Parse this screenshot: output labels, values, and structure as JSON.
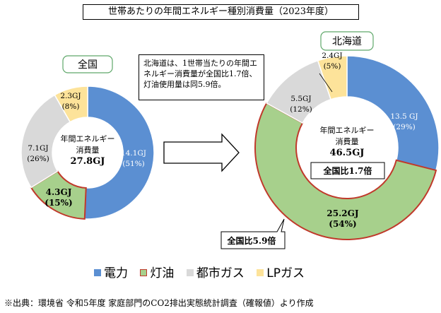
{
  "title": "世帯あたりの年間エネルギー種別消費量（2023年度）",
  "source": "※出典：環境省 令和5年度 家庭部門のCO2排出実態統計調査（確報値）より作成",
  "arrow_note": "北海道は、1世帯当たりの年間エネルギー消費量が全国比1.7倍、灯油使用量は同5.9倍。",
  "colors": {
    "electric": "#5b8fd2",
    "kerosene": "#a7d08c",
    "citygas": "#d9d9d9",
    "lpgas": "#fde39a",
    "kerosene_border": "#c0392b"
  },
  "legend": [
    {
      "label": "電力",
      "color_key": "electric"
    },
    {
      "label": "灯油",
      "color_key": "kerosene"
    },
    {
      "label": "都市ガス",
      "color_key": "citygas"
    },
    {
      "label": "LPガス",
      "color_key": "lpgas"
    }
  ],
  "chart_data": [
    {
      "type": "pie",
      "name": "全国",
      "center_label": [
        "年間エネルギー",
        "消費量",
        "27.8GJ"
      ],
      "total": 27.8,
      "slices": [
        {
          "category": "電力",
          "value": 14.1,
          "value_label": "14.1GJ",
          "pct_label": "(51%)"
        },
        {
          "category": "灯油",
          "value": 4.3,
          "value_label": "4.3GJ",
          "pct_label": "(15%)"
        },
        {
          "category": "都市ガス",
          "value": 7.1,
          "value_label": "7.1GJ",
          "pct_label": "(26%)"
        },
        {
          "category": "LPガス",
          "value": 2.3,
          "value_label": "2.3GJ",
          "pct_label": "(8%)"
        }
      ]
    },
    {
      "type": "pie",
      "name": "北海道",
      "center_label": [
        "年間エネルギー",
        "消費量",
        "46.5GJ"
      ],
      "total": 46.5,
      "callout": "全国比1.7倍",
      "kerosene_callout": "全国比5.9倍",
      "slices": [
        {
          "category": "電力",
          "value": 13.5,
          "value_label": "13.5 GJ",
          "pct_label": "(29%)"
        },
        {
          "category": "灯油",
          "value": 25.2,
          "value_label": "25.2GJ",
          "pct_label": "(54%)"
        },
        {
          "category": "都市ガス",
          "value": 5.5,
          "value_label": "5.5GJ",
          "pct_label": "(12%)"
        },
        {
          "category": "LPガス",
          "value": 2.4,
          "value_label": "2.4GJ",
          "pct_label": "(5%)"
        }
      ]
    }
  ]
}
